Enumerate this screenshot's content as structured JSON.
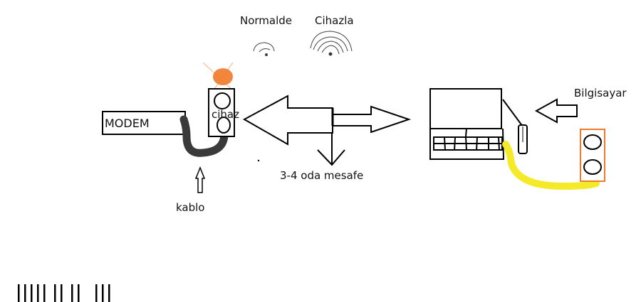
{
  "labels": {
    "normal": "Normalde",
    "device_signal": "Cihazla",
    "modem": "MODEM",
    "device": "cihaz",
    "cable": "kablo",
    "distance": "3-4 oda mesafe",
    "computer": "Bilgisayar"
  },
  "colors": {
    "cable_modem": "#3a3a3a",
    "cable_computer": "#f5ea2a",
    "device_light": "#f07a2a",
    "outlet_border": "#f07a2a",
    "stroke": "#000000"
  },
  "footer": {
    "bar_groups": [
      5,
      2,
      2,
      3
    ]
  }
}
